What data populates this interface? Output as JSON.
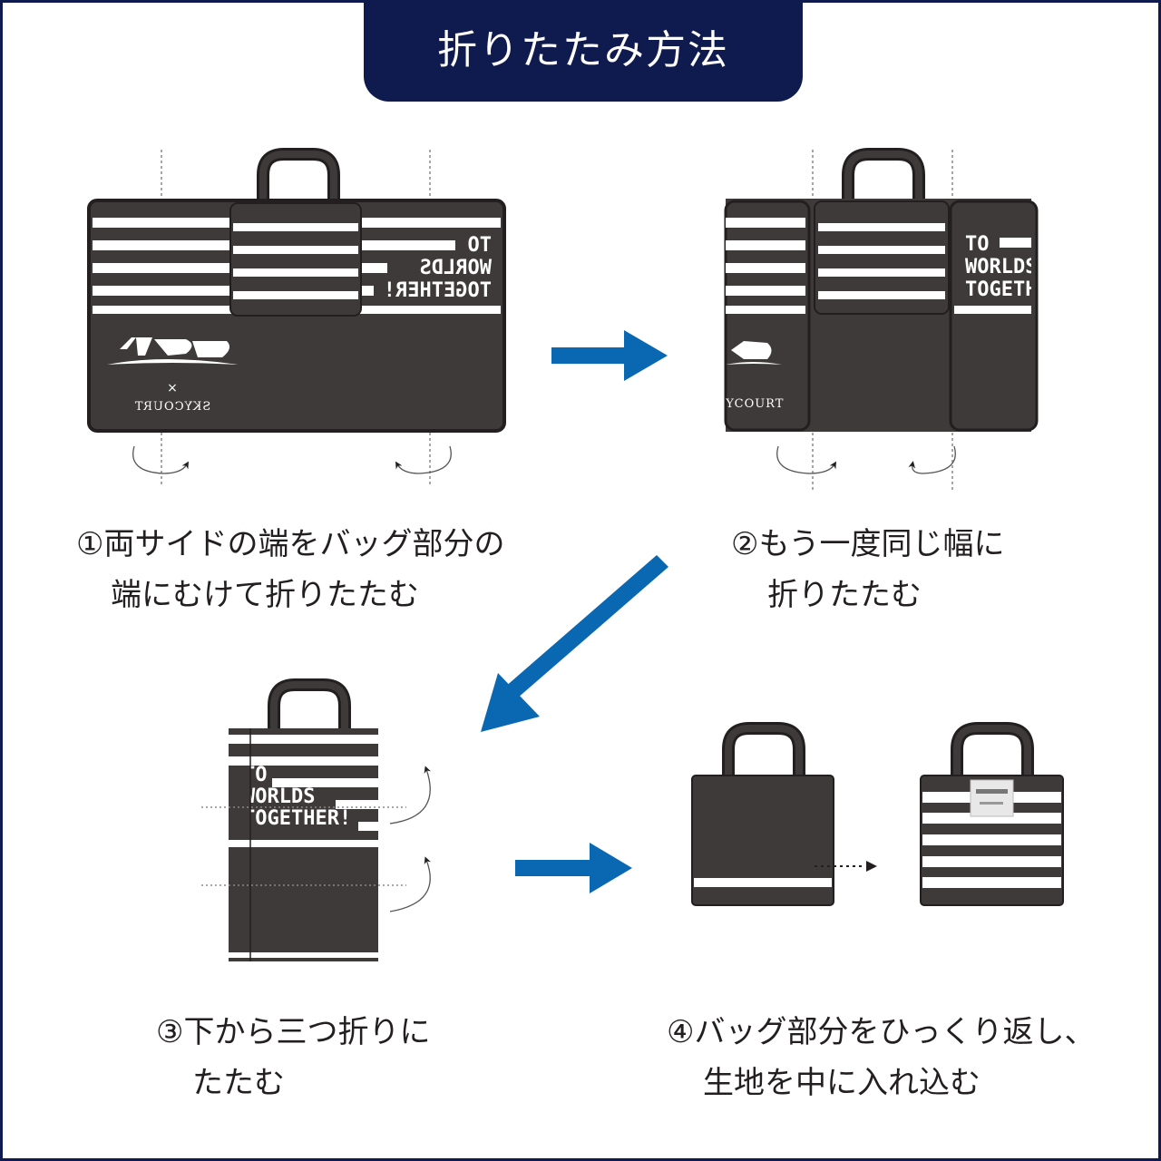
{
  "title": "折りたたみ方法",
  "steps": [
    {
      "line1": "①両サイドの端をバッグ部分の",
      "line2": "端にむけて折りたたむ"
    },
    {
      "line1": "②もう一度同じ幅に",
      "line2": "折りたたむ"
    },
    {
      "line1": "③下から三つ折りに",
      "line2": "たたむ"
    },
    {
      "line1": "④バッグ部分をひっくり返し、",
      "line2": "生地を中に入れ込む"
    }
  ],
  "bag_print": {
    "line1": "TO",
    "line2": "WORLDS",
    "line3": "TOGETHER!",
    "brand": "SKYCOURT"
  },
  "colors": {
    "navy": "#0f1a4e",
    "bag": "#3d3a39",
    "arrow": "#0a68b3",
    "stripe": "#ffffff"
  }
}
